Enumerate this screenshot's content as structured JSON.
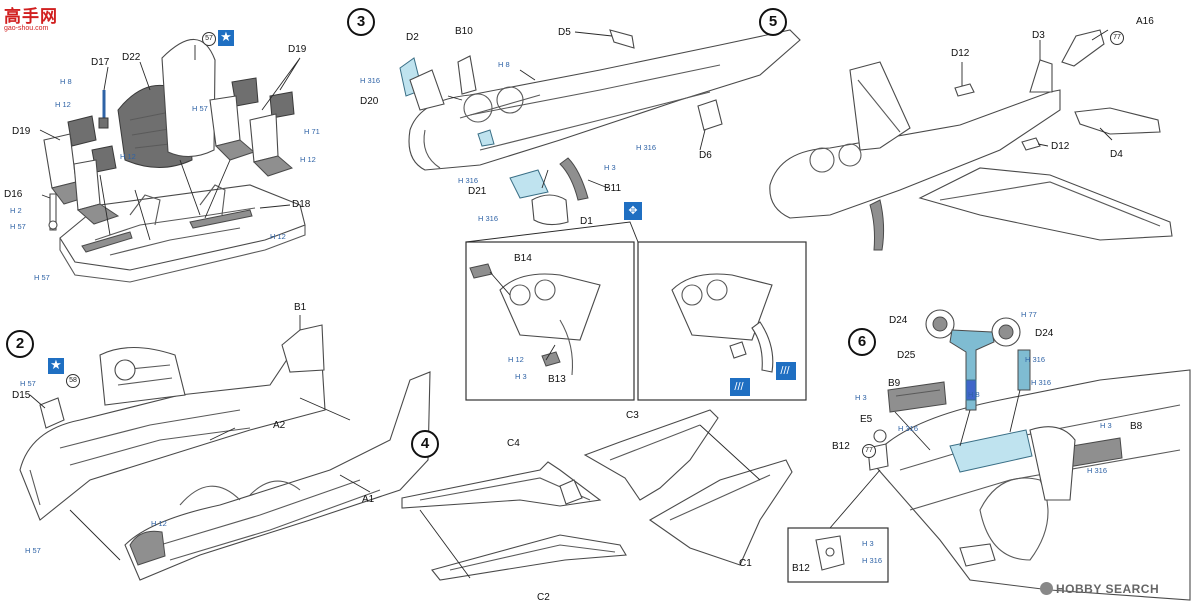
{
  "watermarks": {
    "site_name": "高手网",
    "site_url": "gao-shou.com",
    "bottom": "HOBBY SEARCH"
  },
  "steps": [
    "2",
    "3",
    "4",
    "5",
    "6"
  ],
  "callout_numbers": [
    "57",
    "58",
    "77",
    "77"
  ],
  "labels": {
    "s1": [
      "D17",
      "D22",
      "D19",
      "D19",
      "D16",
      "D18"
    ],
    "s2": [
      "B1",
      "D15",
      "A2",
      "A1"
    ],
    "s3": [
      "D2",
      "B10",
      "D5",
      "D20",
      "D6",
      "D21",
      "B11",
      "D1",
      "B14",
      "B13"
    ],
    "s4": [
      "C4",
      "C3",
      "C1",
      "C2"
    ],
    "s5": [
      "A16",
      "D3",
      "D12",
      "D12",
      "D4"
    ],
    "s6": [
      "D24",
      "D24",
      "D25",
      "B9",
      "E5",
      "B12",
      "B8",
      "B12"
    ]
  },
  "colors": {
    "s1": [
      "H 8",
      "H 12",
      "H 12",
      "H 57",
      "H 71",
      "H 12",
      "H 2",
      "H 57",
      "H 57",
      "H 12"
    ],
    "s2": [
      "H 57",
      "H 12",
      "H 57"
    ],
    "s3": [
      "H 316",
      "H 8",
      "H 316",
      "H 3",
      "H 316",
      "H 316",
      "H 12",
      "H 3"
    ],
    "s6": [
      "H 77",
      "H 316",
      "H 8",
      "H 3",
      "H 316",
      "H 316",
      "H 3",
      "H 316",
      "H 3",
      "H 316"
    ]
  },
  "palette": {
    "paint_blue": "#2f63a6",
    "clear_part": "#bfe3ef",
    "grey_part": "#8f8f8f",
    "icon_blue": "#1f6fc2",
    "watermark_red": "#d11f1f"
  }
}
